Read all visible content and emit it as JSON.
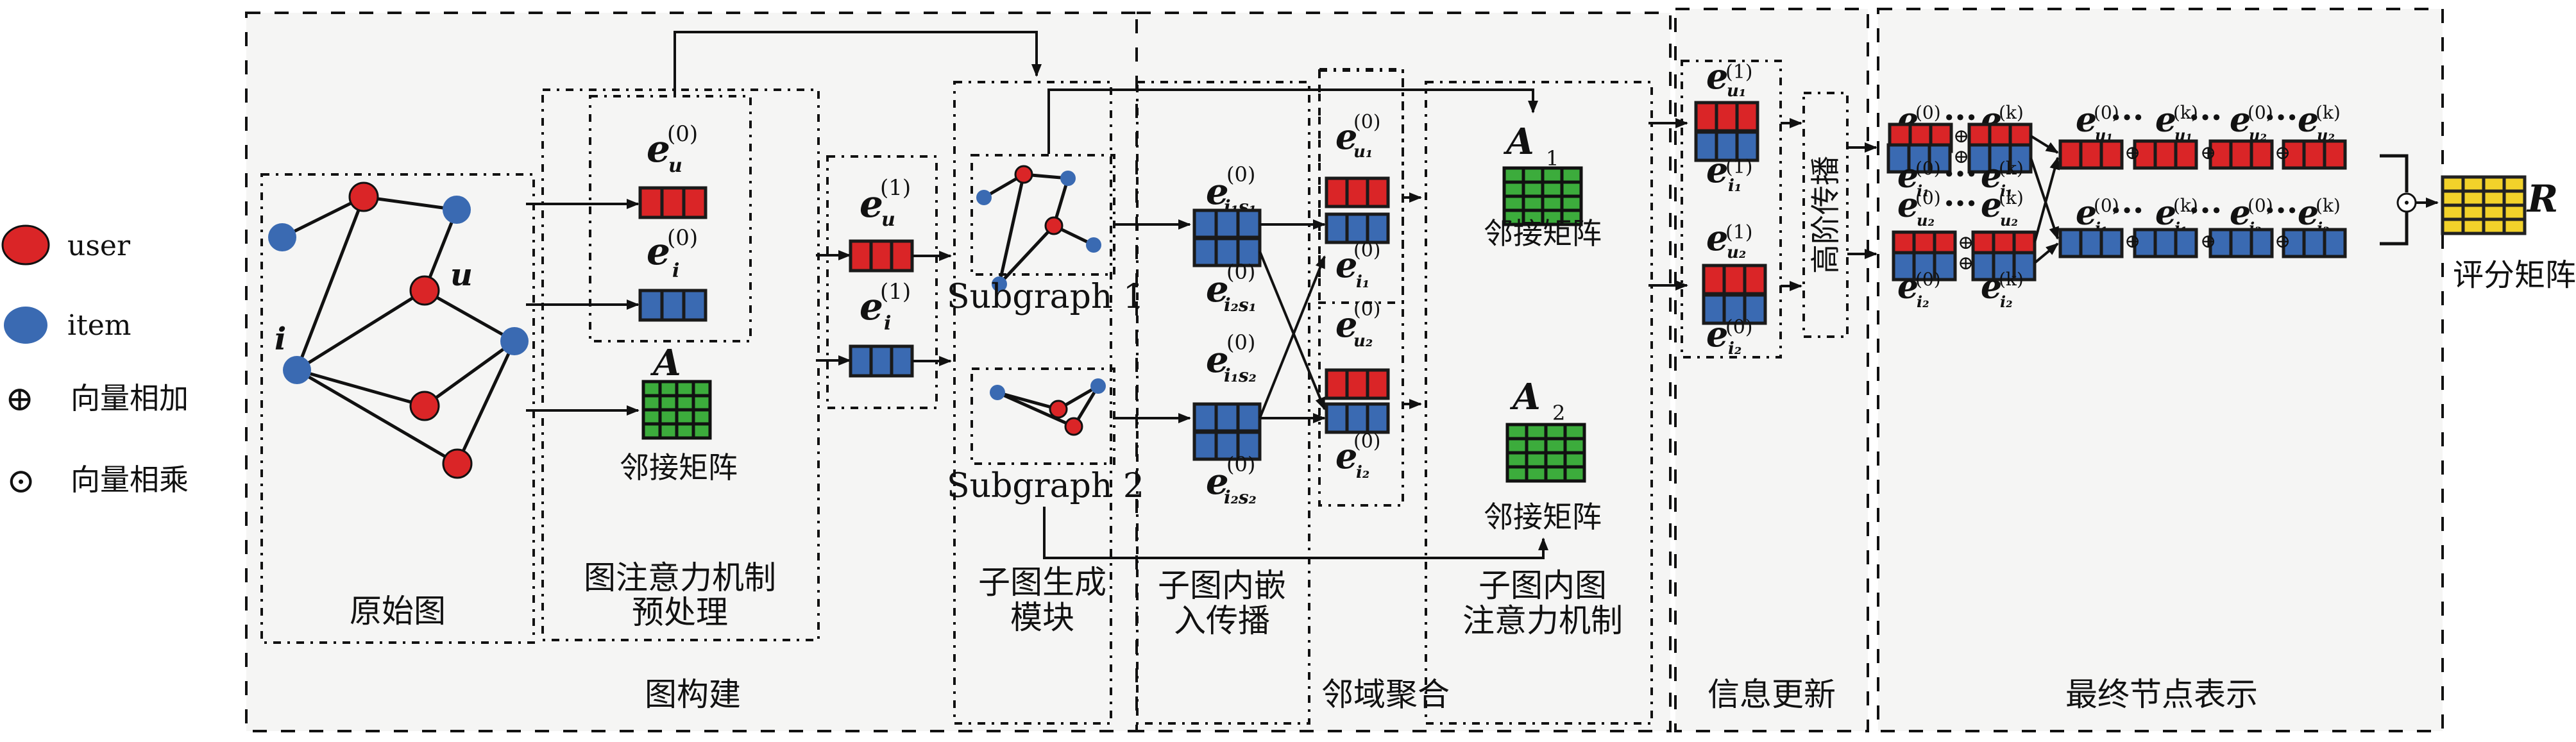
{
  "colors": {
    "user": "#da2527",
    "item": "#3a6ab2",
    "adjacency": "#3cac3c",
    "rating": "#f2d22a",
    "panel_bg": "#f5f5f4"
  },
  "legend": {
    "user": "user",
    "item": "item",
    "add_symbol": "⊕",
    "add": "向量相加",
    "mul_symbol": "⊙",
    "mul": "向量相乘"
  },
  "panels": {
    "graph_construction": "图构建",
    "neighborhood_aggregation": "邻域聚合",
    "info_update": "信息更新",
    "final_repr": "最终节点表示"
  },
  "graph_construction": {
    "original_graph": "原始图",
    "node_u": "u",
    "node_i": "i",
    "gat_pre_line1": "图注意力机制",
    "gat_pre_line2": "预处理",
    "adj_symbol": "A",
    "adj_label": "邻接矩阵",
    "e": "e",
    "sup0": "(0)",
    "sup1": "(1)",
    "sub_u": "u",
    "sub_i": "i",
    "subgraph1": "Subgraph 1",
    "subgraph2": "Subgraph 2",
    "subgraph_gen_line1": "子图生成",
    "subgraph_gen_line2": "模块"
  },
  "neighborhood_aggregation": {
    "intra_embed_line1": "子图内嵌",
    "intra_embed_line2": "入传播",
    "intra_gat_line1": "子图内图",
    "intra_gat_line2": "注意力机制",
    "e": "e",
    "sup0": "(0)",
    "sub_i1s1": "i₁s₁",
    "sub_i2s1": "i₂s₁",
    "sub_i1s2": "i₁s₂",
    "sub_i2s2": "i₂s₂",
    "sub_u1": "u₁",
    "sub_i1": "i₁",
    "sub_u2": "u₂",
    "sub_i2": "i₂",
    "adj1_symbol": "A",
    "adj1_sub": "1",
    "adj2_symbol": "A",
    "adj2_sub": "2",
    "adj_label": "邻接矩阵"
  },
  "info_update": {
    "e": "e",
    "sup0": "(0)",
    "sup1": "(1)",
    "sub_u1": "u₁",
    "sub_i1": "i₁",
    "sub_u2": "u₂",
    "sub_i2": "i₂",
    "high_order": "高阶传播"
  },
  "final_repr": {
    "e": "e",
    "sup0": "(0)",
    "supk": "(k)",
    "ellipsis": "···",
    "plus": "⊕",
    "dot": "⊙",
    "sub_u1": "u₁",
    "sub_u2": "u₂",
    "sub_i1": "i₁",
    "sub_i2": "i₂",
    "rating_symbol": "R",
    "rating_label": "评分矩阵"
  }
}
